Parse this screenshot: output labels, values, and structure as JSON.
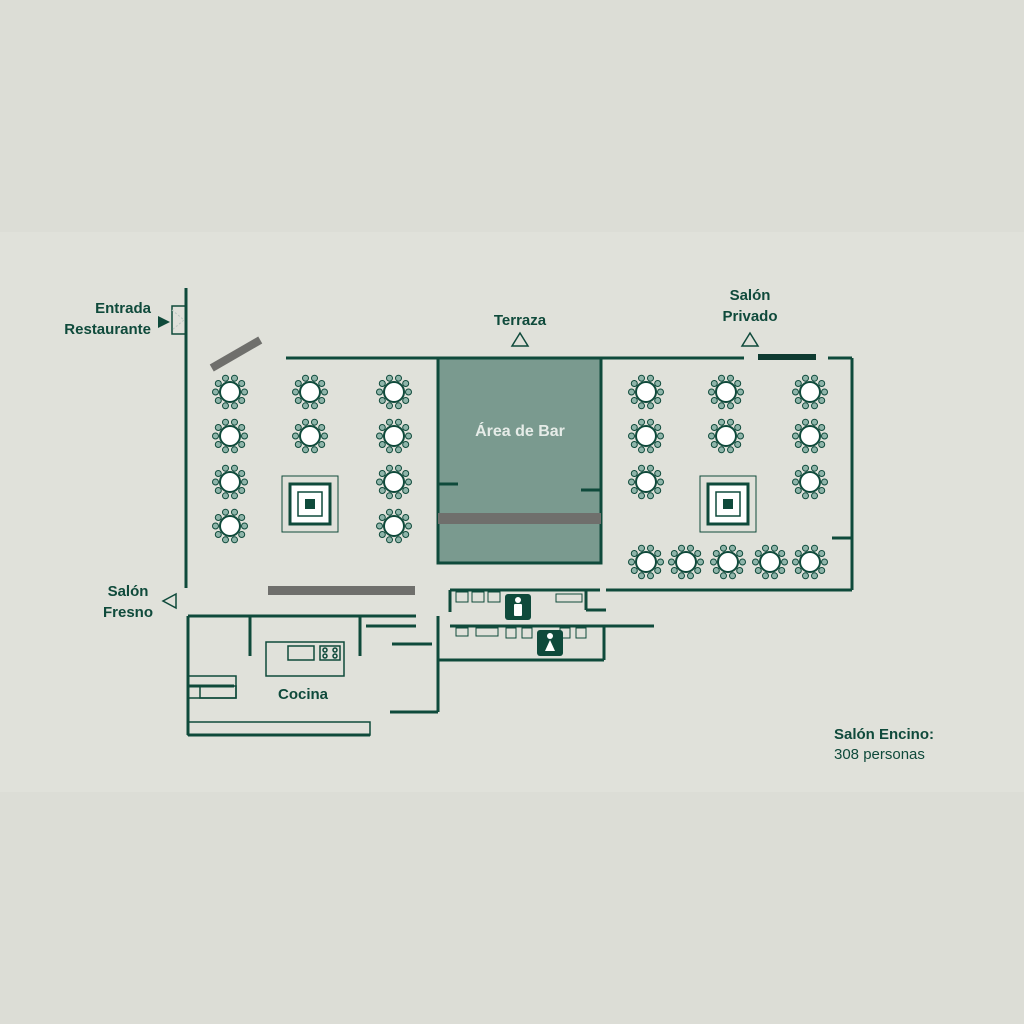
{
  "labels": {
    "entrada_line1": "Entrada",
    "entrada_line2": "Restaurante",
    "terraza": "Terraza",
    "salon_privado_line1": "Salón",
    "salon_privado_line2": "Privado",
    "salon_fresno_line1": "Salón",
    "salon_fresno_line2": "Fresno",
    "area_de_bar": "Área de Bar",
    "cocina": "Cocina"
  },
  "capacity": {
    "room_name": "Salón Encino:",
    "guests": "308 personas"
  },
  "icons": {
    "entrance": "entrance-arrow-icon",
    "access": "triangle-marker-icon",
    "restroom_men": "men-restroom-icon",
    "restroom_women": "women-restroom-icon",
    "round_table": "round-table-icon",
    "square_table": "square-table-icon"
  },
  "colors": {
    "background": "#dcddd6",
    "wall": "#0f4a3b",
    "bar_fill": "#7a9a8f",
    "counter": "#6f6f6c",
    "chair": "#8fb5aa"
  }
}
